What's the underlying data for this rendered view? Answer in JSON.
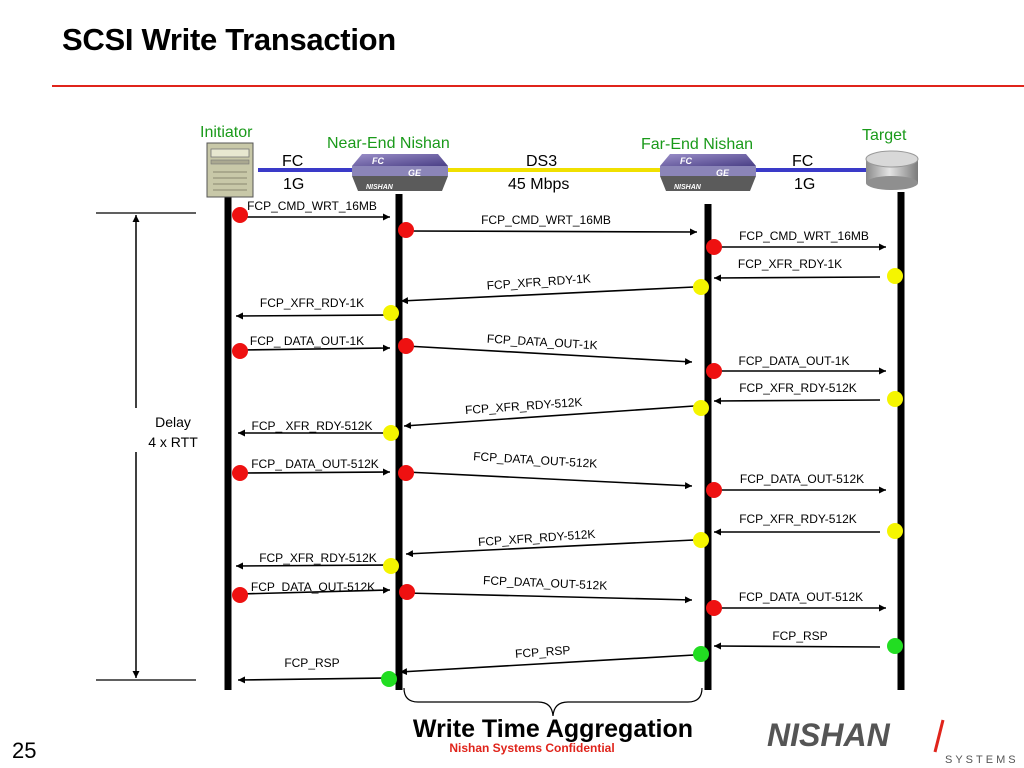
{
  "slide": {
    "title": "SCSI Write Transaction",
    "page_number": "25",
    "confidential": "Nishan Systems Confidential"
  },
  "colors": {
    "accent_red": "#e0241b",
    "fc_link": "#3a3ac8",
    "ds3_link": "#f0e000",
    "marker_red": "#ee1111",
    "marker_yellow": "#f5f500",
    "marker_green": "#22dd22",
    "node_green": "#1a9a1a"
  },
  "nodes": {
    "initiator": "Initiator",
    "near_end": "Near-End Nishan",
    "far_end": "Far-End Nishan",
    "target": "Target"
  },
  "links": {
    "fc_left_1": "FC",
    "fc_left_2": "1G",
    "ds3_1": "DS3",
    "ds3_2": "45 Mbps",
    "fc_right_1": "FC",
    "fc_right_2": "1G"
  },
  "switch_badge": {
    "fc": "FC",
    "ge": "GE",
    "brand": "NISHAN"
  },
  "delay": {
    "line1": "Delay",
    "line2": "4 x RTT"
  },
  "aggregation_label": "Write Time Aggregation",
  "messages": [
    "FCP_CMD_WRT_16MB",
    "FCP_CMD_WRT_16MB",
    "FCP_CMD_WRT_16MB",
    "FCP_XFR_RDY-1K",
    "FCP_XFR_RDY-1K",
    "FCP_XFR_RDY-1K",
    "FCP_ DATA_OUT-1K",
    "FCP_DATA_OUT-1K",
    "FCP_DATA_OUT-1K",
    "FCP_XFR_RDY-512K",
    "FCP_XFR_RDY-512K",
    "FCP_ XFR_RDY-512K",
    "FCP_ DATA_OUT-512K",
    "FCP_DATA_OUT-512K",
    "FCP_DATA_OUT-512K",
    "FCP_XFR_RDY-512K",
    "FCP_XFR_RDY-512K",
    "FCP_XFR_RDY-512K",
    "FCP_DATA_OUT-512K",
    "FCP_DATA_OUT-512K",
    "FCP_DATA_OUT-512K",
    "FCP_RSP",
    "FCP_RSP",
    "FCP_RSP"
  ],
  "markers": [
    "red",
    "red",
    "red",
    "yellow",
    "yellow",
    "yellow",
    "red",
    "red",
    "red",
    "yellow",
    "yellow",
    "yellow",
    "red",
    "red",
    "red",
    "yellow",
    "yellow",
    "yellow",
    "red",
    "red",
    "red",
    "green",
    "green",
    "green"
  ],
  "logo": {
    "brand": "NISHAN",
    "systems": "SYSTEMS"
  }
}
